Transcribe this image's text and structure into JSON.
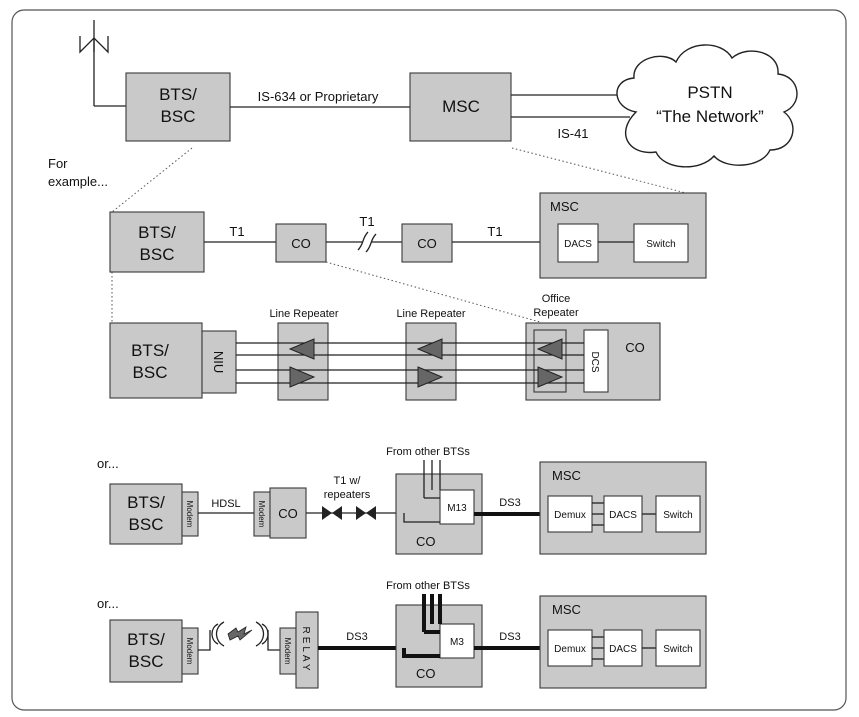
{
  "top": {
    "bts_line1": "BTS/",
    "bts_line2": "BSC",
    "link_label": "IS-634 or Proprietary",
    "msc": "MSC",
    "is41": "IS-41",
    "pstn_line1": "PSTN",
    "pstn_line2": "“The Network”",
    "for_example_1": "For",
    "for_example_2": "example..."
  },
  "row1": {
    "bts_line1": "BTS/",
    "bts_line2": "BSC",
    "t1_a": "T1",
    "co_a": "CO",
    "t1_b": "T1",
    "co_b": "CO",
    "t1_c": "T1",
    "msc": "MSC",
    "dacs": "DACS",
    "switch": "Switch"
  },
  "row2": {
    "bts_line1": "BTS/",
    "bts_line2": "BSC",
    "niu": "NIU",
    "line_repeater_1": "Line Repeater",
    "line_repeater_2": "Line Repeater",
    "office_repeater_1": "Office",
    "office_repeater_2": "Repeater",
    "dcs": "DCS",
    "co": "CO"
  },
  "row3": {
    "or": "or...",
    "bts_line1": "BTS/",
    "bts_line2": "BSC",
    "modem_a": "Modem",
    "hdsl": "HDSL",
    "modem_b": "Modem",
    "co_small": "CO",
    "t1_line1": "T1 w/",
    "t1_line2": "repeaters",
    "from_other": "From other BTSs",
    "m13": "M13",
    "co_big": "CO",
    "ds3": "DS3",
    "msc": "MSC",
    "demux": "Demux",
    "dacs": "DACS",
    "switch": "Switch"
  },
  "row4": {
    "or": "or...",
    "bts_line1": "BTS/",
    "bts_line2": "BSC",
    "modem_a": "Modem",
    "modem_b": "Modem",
    "relay": "RELAY",
    "ds3_a": "DS3",
    "from_other": "From other BTSs",
    "m3": "M3",
    "co_big": "CO",
    "ds3_b": "DS3",
    "msc": "MSC",
    "demux": "Demux",
    "dacs": "DACS",
    "switch": "Switch"
  }
}
